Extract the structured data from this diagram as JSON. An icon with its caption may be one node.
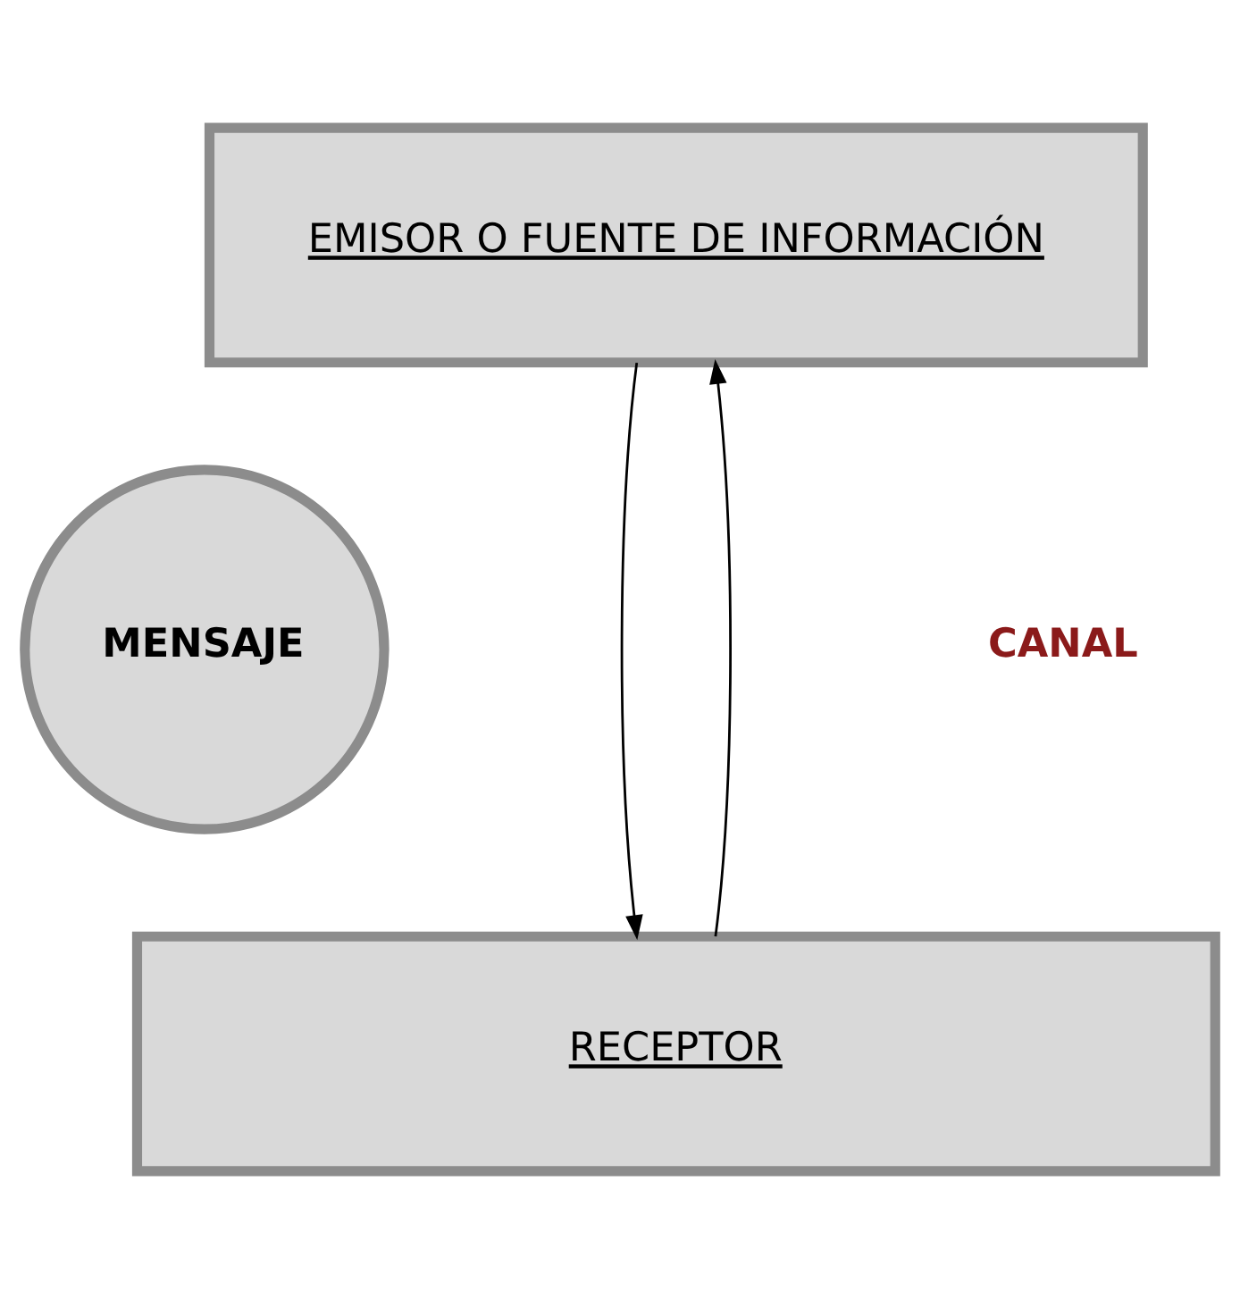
{
  "diagram": {
    "nodes": [
      {
        "text": [
          "EMISOR O FUENTE DE INFORMACIÓN"
        ]
      },
      {
        "text": [
          "MENSAJE"
        ]
      },
      {
        "text": [
          "RECEPTOR"
        ]
      }
    ],
    "edges": [
      {
        "from": 0,
        "to": 2,
        "arrow": "to"
      },
      {
        "from": 2,
        "to": 0,
        "arrow": "to"
      }
    ],
    "labels": [
      "CANAL"
    ]
  }
}
